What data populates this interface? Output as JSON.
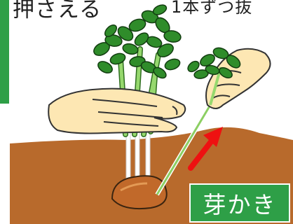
{
  "captions": {
    "left": "押さえる",
    "right": "1本ずつ抜"
  },
  "badge": {
    "label": "芽かき",
    "color": "#2e9f47"
  },
  "colors": {
    "soil": "#b86a2c",
    "left_accent_bar": "#2e9f47",
    "arrow": "#ee1111",
    "leaf": "#2f8c2a",
    "stem": "#96d86e",
    "hand": "#fde7b3"
  },
  "icons": {
    "arrow": "red-arrow-up-right"
  }
}
